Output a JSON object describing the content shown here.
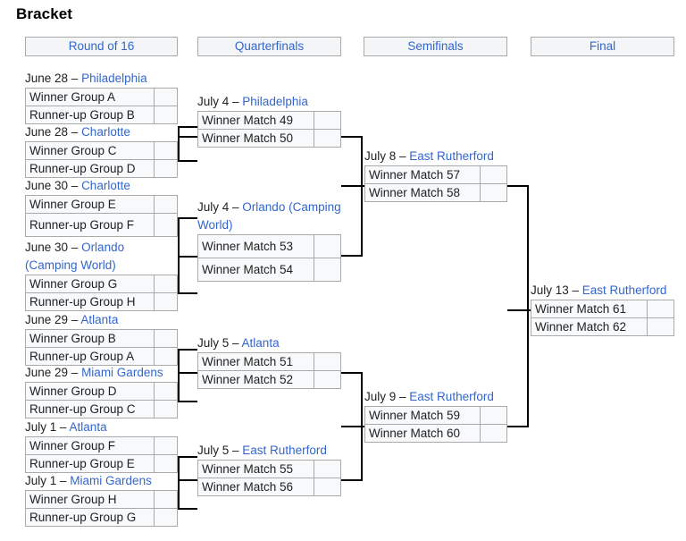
{
  "page": {
    "title": "Bracket"
  },
  "colors": {
    "link": "#3366cc",
    "text": "#202122",
    "cell_bg": "#f8f9fa",
    "header_bg": "#f4f5f7",
    "border": "#aaaaaa",
    "connector": "#000000"
  },
  "rounds": [
    {
      "label": "Round of 16"
    },
    {
      "label": "Quarterfinals"
    },
    {
      "label": "Semifinals"
    },
    {
      "label": "Final"
    }
  ],
  "matches": {
    "r16": [
      {
        "date": "June 28",
        "separator": " – ",
        "venue": "Philadelphia",
        "team1": "Winner Group A",
        "score1": "",
        "team2": "Runner-up Group B",
        "score2": ""
      },
      {
        "date": "June 28",
        "separator": " – ",
        "venue": "Charlotte",
        "team1": "Winner Group C",
        "score1": "",
        "team2": "Runner-up Group D",
        "score2": ""
      },
      {
        "date": "June 30",
        "separator": " – ",
        "venue": "Charlotte",
        "team1": "Winner Group E",
        "score1": "",
        "team2": "Runner-up Group F",
        "score2": ""
      },
      {
        "date": "June 30",
        "separator": " – ",
        "venue": "Orlando (Camping World)",
        "team1": "Winner Group G",
        "score1": "",
        "team2": "Runner-up Group H",
        "score2": ""
      },
      {
        "date": "June 29",
        "separator": " – ",
        "venue": "Atlanta",
        "team1": "Winner Group B",
        "score1": "",
        "team2": "Runner-up Group A",
        "score2": ""
      },
      {
        "date": "June 29",
        "separator": " – ",
        "venue": "Miami Gardens",
        "team1": "Winner Group D",
        "score1": "",
        "team2": "Runner-up Group C",
        "score2": ""
      },
      {
        "date": "July 1",
        "separator": " – ",
        "venue": "Atlanta",
        "team1": "Winner Group F",
        "score1": "",
        "team2": "Runner-up Group E",
        "score2": ""
      },
      {
        "date": "July 1",
        "separator": " – ",
        "venue": "Miami Gardens",
        "team1": "Winner Group H",
        "score1": "",
        "team2": "Runner-up Group G",
        "score2": ""
      }
    ],
    "quarterfinals": [
      {
        "date": "July 4",
        "separator": " – ",
        "venue": "Philadelphia",
        "team1": "Winner Match 49",
        "score1": "",
        "team2": "Winner Match 50",
        "score2": ""
      },
      {
        "date": "July 4",
        "separator": " – ",
        "venue": "Orlando (Camping World)",
        "team1": "Winner Match 53",
        "score1": "",
        "team2": "Winner Match 54",
        "score2": ""
      },
      {
        "date": "July 5",
        "separator": " – ",
        "venue": "Atlanta",
        "team1": "Winner Match 51",
        "score1": "",
        "team2": "Winner Match 52",
        "score2": ""
      },
      {
        "date": "July 5",
        "separator": " – ",
        "venue": "East Rutherford",
        "team1": "Winner Match 55",
        "score1": "",
        "team2": "Winner Match 56",
        "score2": ""
      }
    ],
    "semifinals": [
      {
        "date": "July 8",
        "separator": " – ",
        "venue": "East Rutherford",
        "team1": "Winner Match 57",
        "score1": "",
        "team2": "Winner Match 58",
        "score2": ""
      },
      {
        "date": "July 9",
        "separator": " – ",
        "venue": "East Rutherford",
        "team1": "Winner Match 59",
        "score1": "",
        "team2": "Winner Match 60",
        "score2": ""
      }
    ],
    "final": [
      {
        "date": "July 13",
        "separator": " – ",
        "venue": "East Rutherford",
        "team1": "Winner Match 61",
        "score1": "",
        "team2": "Winner Match 62",
        "score2": ""
      }
    ]
  }
}
